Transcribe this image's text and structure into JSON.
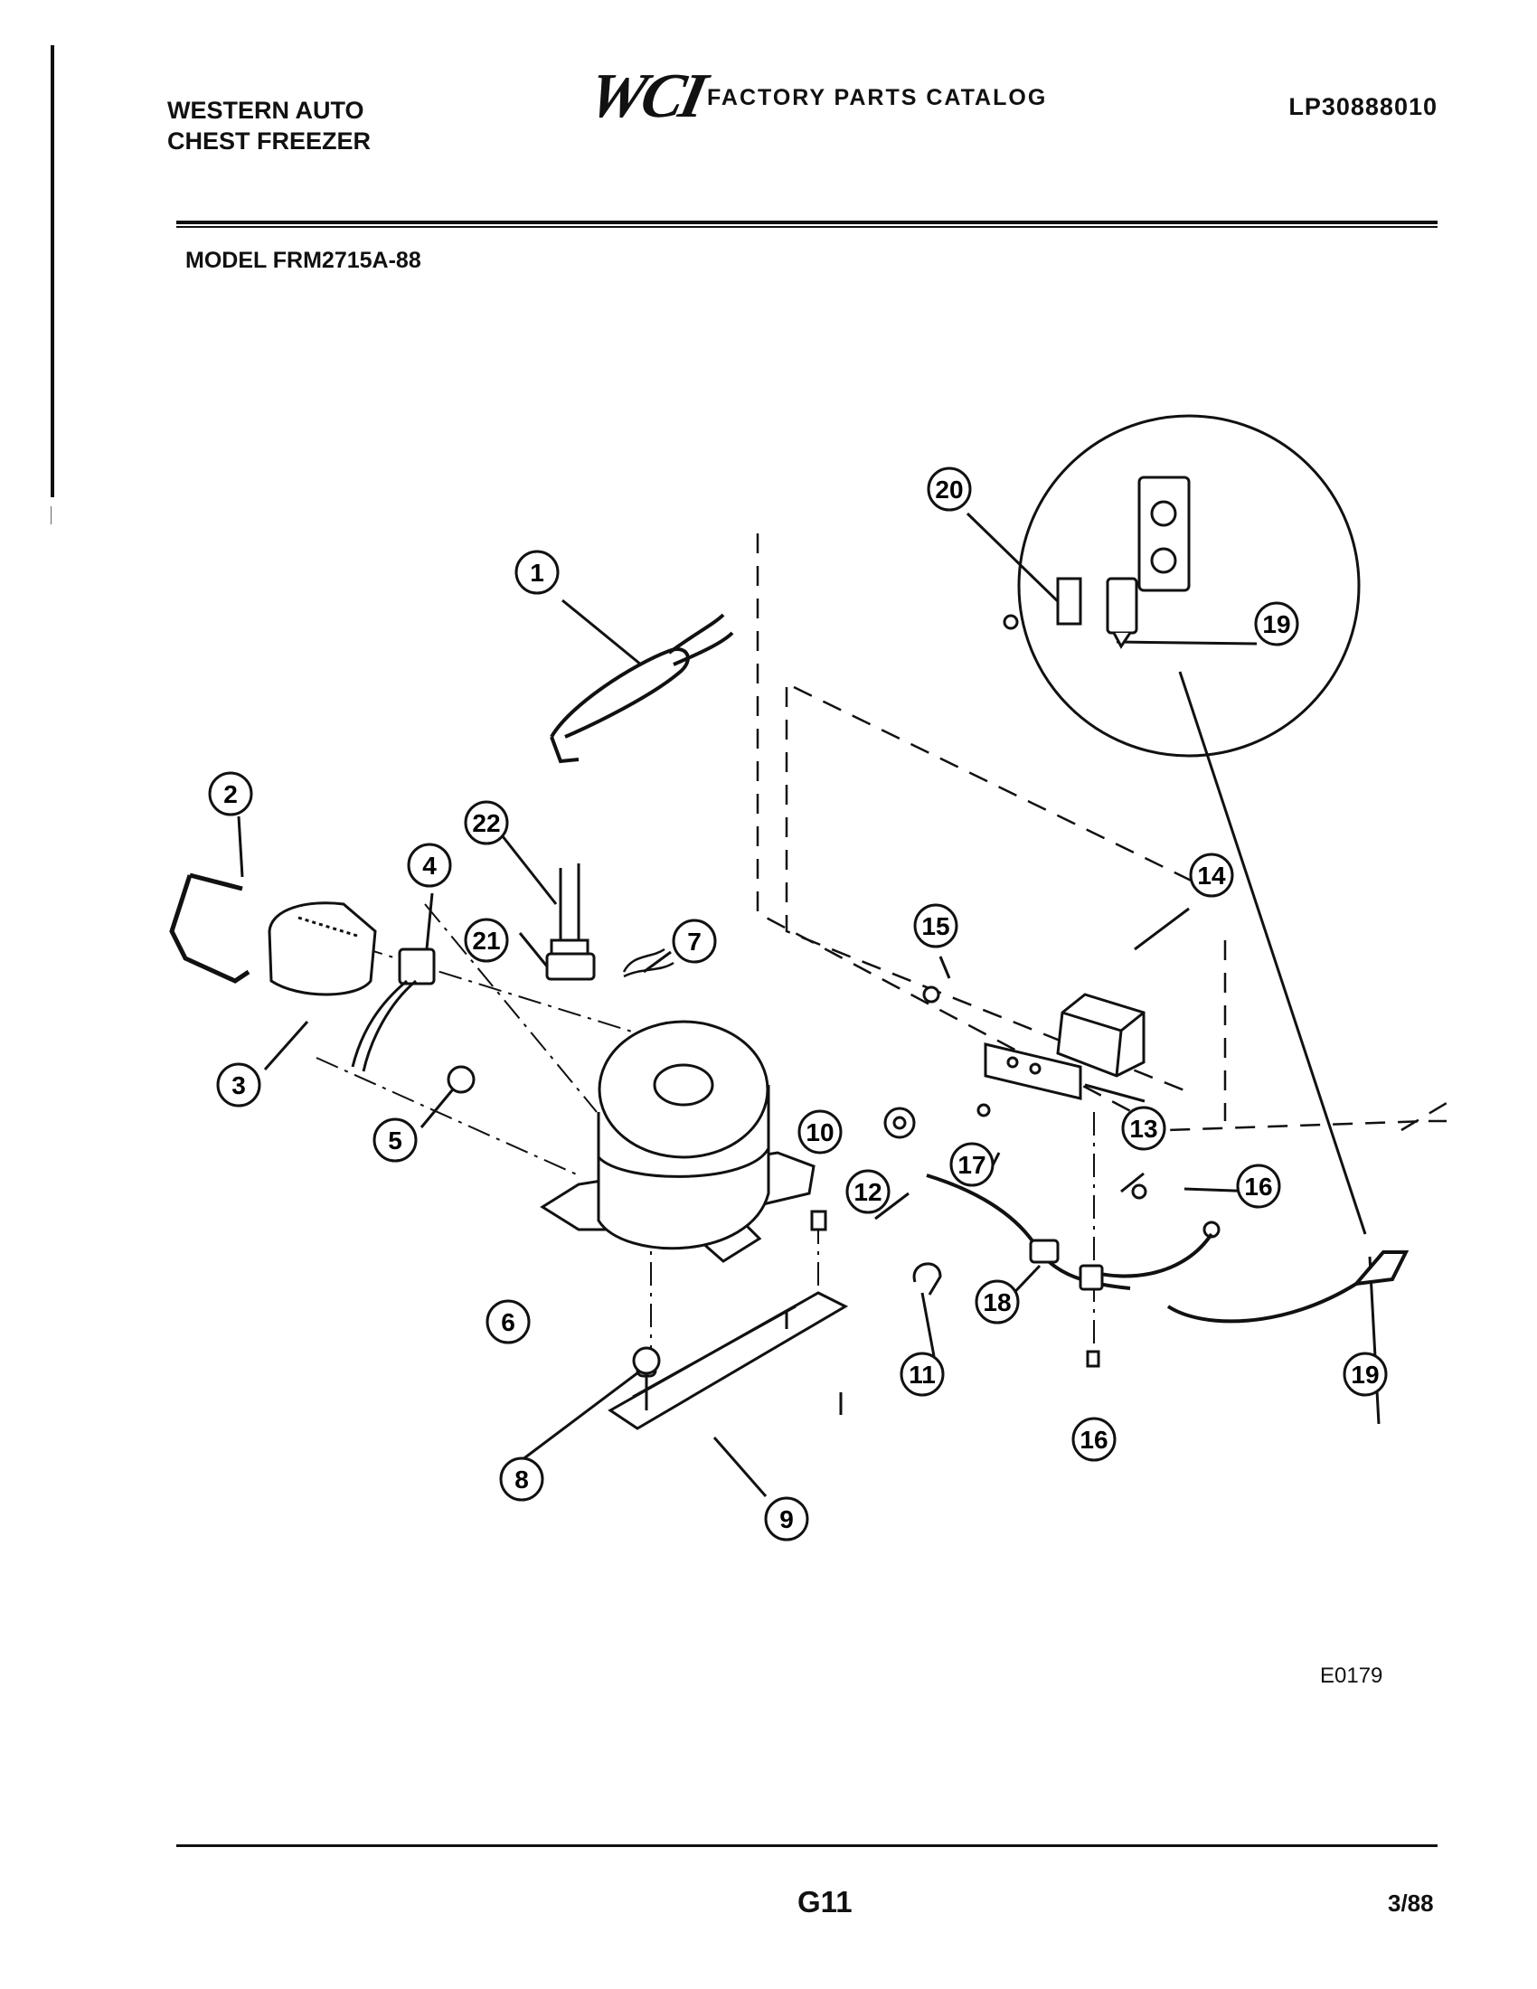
{
  "header": {
    "brand_line1": "WESTERN AUTO",
    "brand_line2": "CHEST FREEZER",
    "logo": "WCI",
    "catalog_title": "FACTORY PARTS CATALOG",
    "part_number": "LP30888010"
  },
  "model_label": "MODEL FRM2715A-88",
  "diagram": {
    "reference_code": "E0179",
    "callouts": [
      "1",
      "2",
      "3",
      "4",
      "5",
      "6",
      "7",
      "8",
      "9",
      "10",
      "11",
      "12",
      "13",
      "14",
      "15",
      "16",
      "16",
      "17",
      "18",
      "19",
      "19",
      "20",
      "21",
      "22"
    ]
  },
  "footer": {
    "page": "G11",
    "date": "3/88"
  }
}
